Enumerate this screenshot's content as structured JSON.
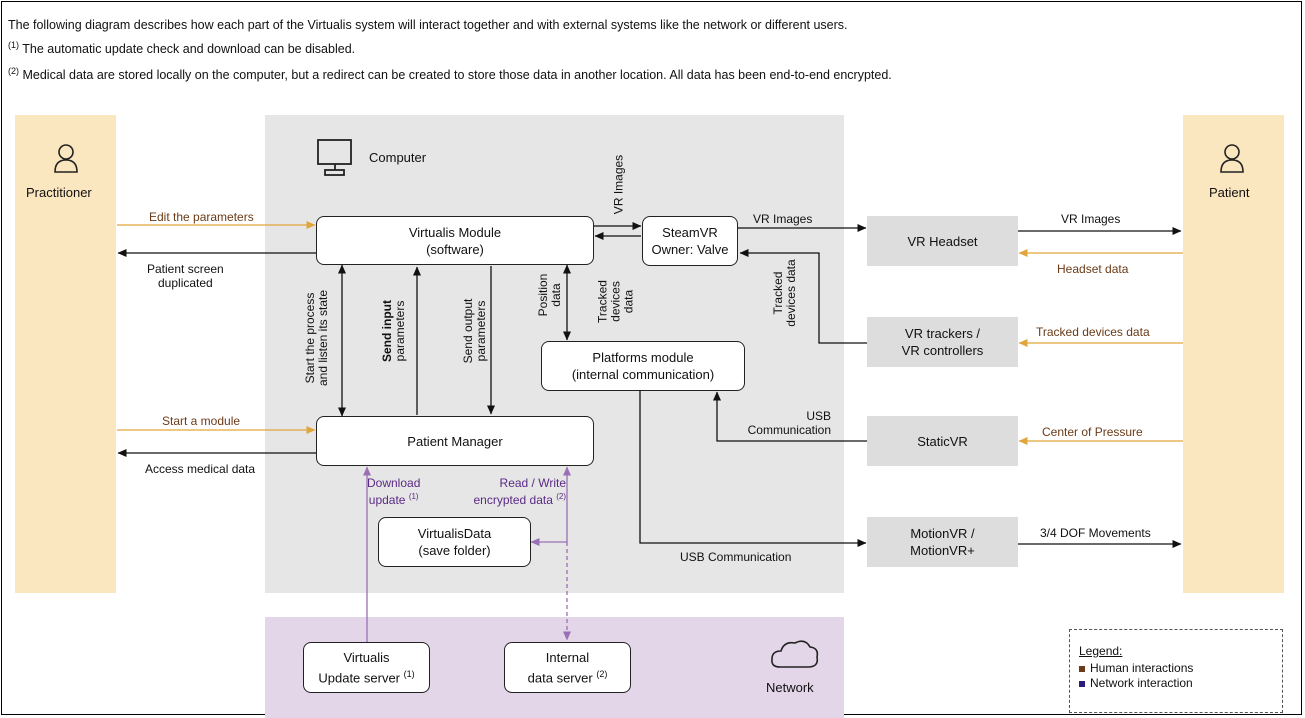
{
  "intro": {
    "line1": "The following diagram describes how each part of the Virtualis system will interact together and with external systems like the network or different users.",
    "note1_mark": "(1)",
    "note1_text": " The automatic update check and download can be disabled.",
    "note2_mark": "(2)",
    "note2_text": " Medical data are stored locally on the computer, but a redirect can be created to store those data in another location. All data has been end-to-end encrypted."
  },
  "actors": {
    "practitioner": "Practitioner",
    "patient": "Patient"
  },
  "regions": {
    "computer": "Computer",
    "network": "Network"
  },
  "boxes": {
    "virtualis_module": [
      "Virtualis Module",
      "(software)"
    ],
    "steamvr": [
      "SteamVR",
      "Owner: Valve"
    ],
    "platforms_module": [
      "Platforms module",
      "(internal communication)"
    ],
    "patient_manager": "Patient Manager",
    "virtualis_data": [
      "VirtualisData",
      "(save folder)"
    ],
    "vr_headset": "VR Headset",
    "vr_trackers": [
      "VR trackers /",
      "VR controllers"
    ],
    "staticvr": "StaticVR",
    "motionvr": [
      "MotionVR /",
      "MotionVR+"
    ],
    "update_server": [
      "Virtualis",
      "Update server"
    ],
    "update_server_mark": "(1)",
    "data_server": [
      "Internal",
      "data server"
    ],
    "data_server_mark": "(2)"
  },
  "labels": {
    "edit_params": "Edit the parameters",
    "patient_screen": [
      "Patient screen",
      "duplicated"
    ],
    "start_module": "Start a module",
    "access_medical": "Access medical data",
    "vr_images_vertical": "VR Images",
    "vr_images_1": "VR Images",
    "vr_images_2": "VR Images",
    "headset_data": "Headset data",
    "tracked_data": "Tracked devices data",
    "tracked_rot_1": [
      "Tracked",
      "devices",
      "data"
    ],
    "tracked_rot_2": [
      "Tracked",
      "devices data"
    ],
    "position_data": [
      "Position",
      "data"
    ],
    "start_process": [
      "Start the process",
      "and listen its state"
    ],
    "send_input_bold": "Send input",
    "send_input_rest": "parameters",
    "send_output": [
      "Send output",
      "parameters"
    ],
    "usb_comm_1": [
      "USB",
      "Communication"
    ],
    "usb_comm_2": "USB Communication",
    "center_pressure": "Center of Pressure",
    "dof": "3/4 DOF Movements",
    "download_update": [
      "Download",
      "update"
    ],
    "download_mark": "(1)",
    "read_write": [
      "Read / Write",
      "encrypted data"
    ],
    "read_write_mark": "(2)"
  },
  "legend": {
    "title": "Legend:",
    "items": [
      {
        "label": "Human interactions",
        "color": "#6b3b17"
      },
      {
        "label": "Network interaction",
        "color": "#2b1b7a"
      }
    ]
  },
  "colors": {
    "actor_bg": "#fbe7bf",
    "computer_bg": "#e6e6e6",
    "network_bg": "#e3d6e8",
    "human_arrow": "#e0a63b",
    "network_arrow": "#9a6fb5",
    "system_arrow": "#111111"
  }
}
